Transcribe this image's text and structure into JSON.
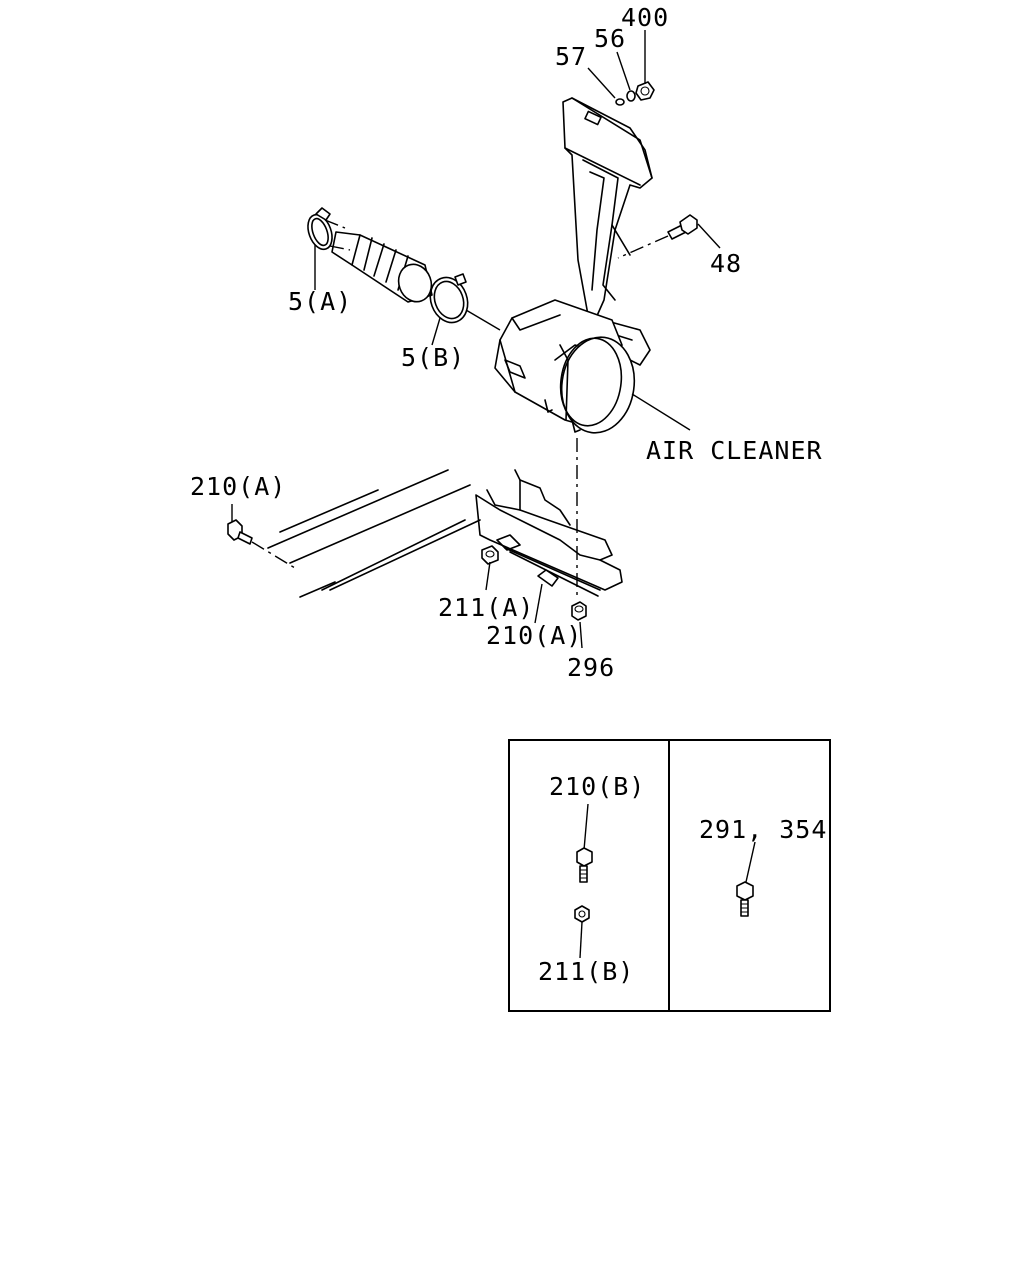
{
  "callouts": {
    "c400": "400",
    "c56": "56",
    "c57": "57",
    "c48": "48",
    "c5a": "5(A)",
    "c5b": "5(B)",
    "air_cleaner": "AIR CLEANER",
    "c210a_left": "210(A)",
    "c211a": "211(A)",
    "c210a_mid": "210(A)",
    "c296": "296"
  },
  "inset": {
    "c210b": "210(B)",
    "c211b": "211(B)",
    "c291_354": "291, 354"
  }
}
